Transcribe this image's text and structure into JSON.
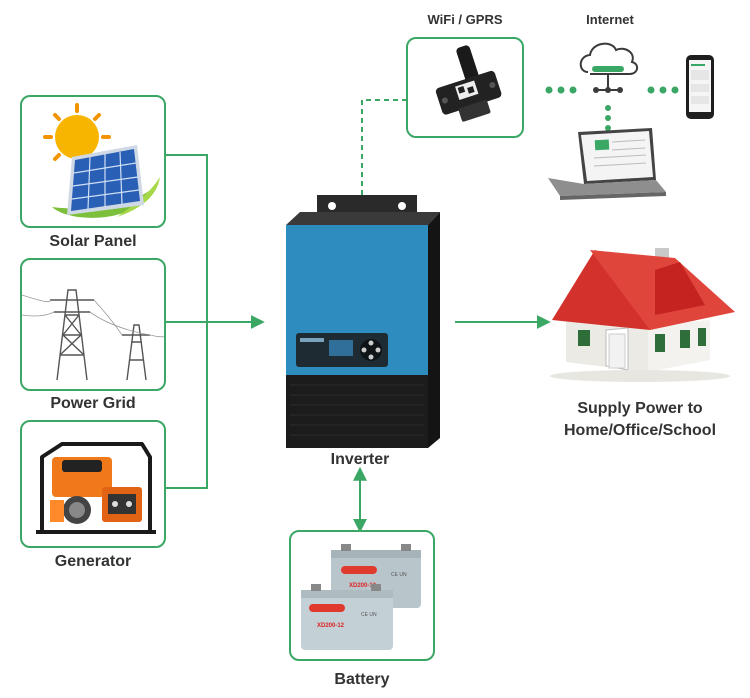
{
  "sources": {
    "solar_label": "Solar Panel",
    "grid_label": "Power Grid",
    "generator_label": "Generator"
  },
  "center": {
    "inverter_label": "Inverter",
    "battery_label": "Battery",
    "battery_model_text": "XD200-12",
    "battery_cert_text": "CE UN"
  },
  "network": {
    "wifi_label": "WiFi / GPRS",
    "internet_label": "Internet"
  },
  "output": {
    "supply_line1": "Supply Power to",
    "supply_line2": "Home/Office/School"
  },
  "colors": {
    "accent": "#3aa765",
    "inverter_blue": "#2f8cbf",
    "inverter_dark": "#1c1c1c",
    "roof_red": "#d2312c"
  }
}
